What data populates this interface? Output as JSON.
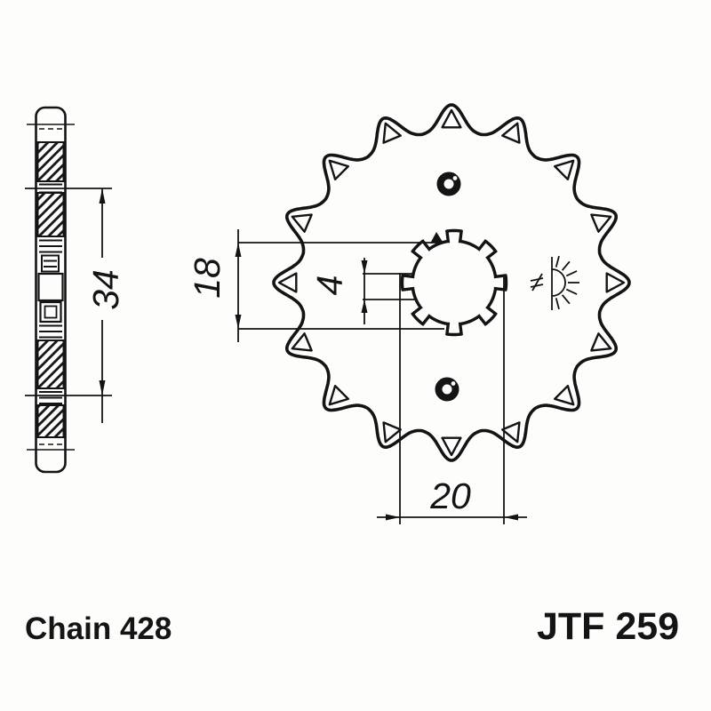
{
  "document": {
    "type": "sprocket technical drawing",
    "background": "#fdfdfc",
    "ink": "#141414"
  },
  "labels": {
    "chain": "Chain 428",
    "part_number": "JTF 259"
  },
  "dimensions": {
    "side_overall": "34",
    "front_inner": "18",
    "spline_slot": "4",
    "hub_bore": "20"
  },
  "sprocket": {
    "teeth": 16,
    "spline_notches": 8
  },
  "icons": {
    "surface_finish": "surface-finish-icon"
  }
}
